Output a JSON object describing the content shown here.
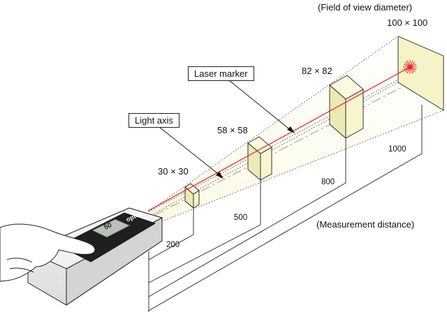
{
  "header": {
    "fov_title": "(Field of view diameter)"
  },
  "callouts": {
    "laser_marker": "Laser marker",
    "light_axis": "Light axis"
  },
  "fov_sizes": [
    "30 × 30",
    "58 × 58",
    "82 × 82",
    "100 × 100"
  ],
  "distances": [
    "200",
    "500",
    "800",
    "1000"
  ],
  "distance_title": "(Measurement distance)",
  "device": {
    "brand": "optex",
    "display_value": "50"
  },
  "colors": {
    "laser": "#e8202a",
    "fov_square": "#f8f5cf",
    "outline": "#222222"
  }
}
